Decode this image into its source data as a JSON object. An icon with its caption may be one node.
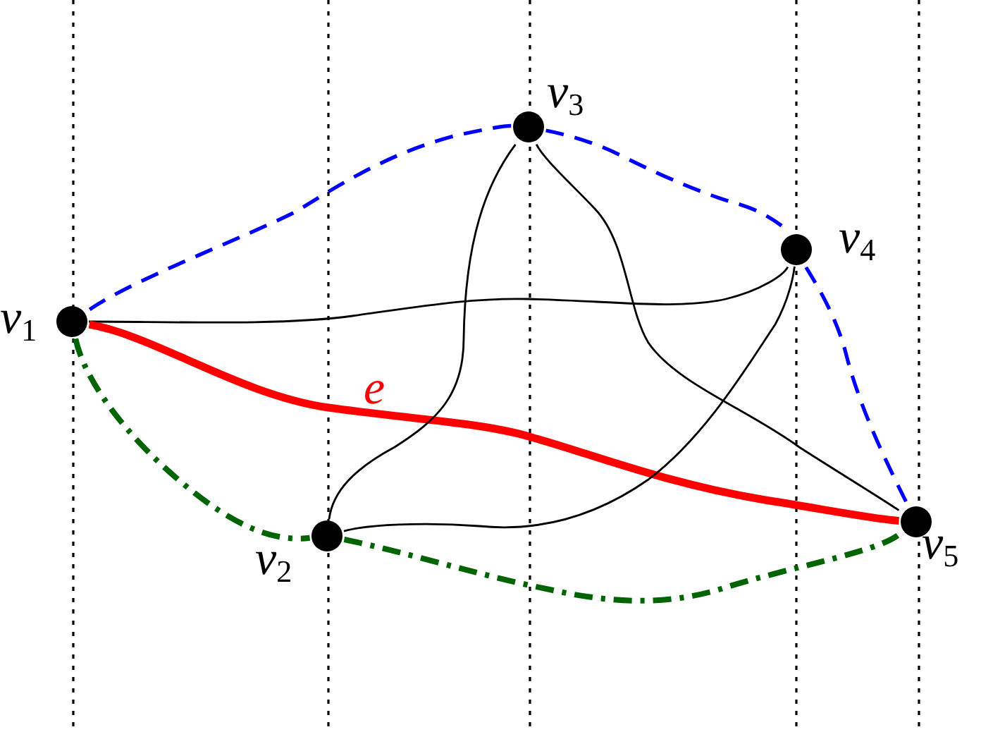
{
  "diagram": {
    "nodes": [
      {
        "text": [],
        "shape": "circle",
        "beside": [
          "*v*$_{1}$"
        ]
      },
      {
        "text": [],
        "shape": "circle",
        "beside": [
          "*v*$_{2}$"
        ]
      },
      {
        "text": [],
        "shape": "circle",
        "beside": [
          "*v*$_{3}$"
        ]
      },
      {
        "text": [],
        "shape": "circle",
        "beside": [
          "*v*$_{4}$"
        ]
      },
      {
        "text": [],
        "shape": "circle",
        "beside": [
          "*v*$_{5}$"
        ]
      }
    ],
    "edges": [
      {
        "from": 0,
        "to": 3,
        "arrow": "none"
      },
      {
        "from": 0,
        "to": 4,
        "arrow": "none",
        "label": "e",
        "style": "thick",
        "color": "#ff0000"
      },
      {
        "from": 2,
        "to": 1,
        "arrow": "none"
      },
      {
        "from": 2,
        "to": 4,
        "arrow": "none"
      },
      {
        "from": 1,
        "to": 3,
        "arrow": "none"
      },
      {
        "from": 0,
        "to": 2,
        "arrow": "none",
        "style": "dashed",
        "color": "#0000ff"
      },
      {
        "from": 2,
        "to": 3,
        "arrow": "none",
        "style": "dashed",
        "color": "#0000ff"
      },
      {
        "from": 3,
        "to": 4,
        "arrow": "none",
        "style": "dashed",
        "color": "#0000ff"
      },
      {
        "from": 0,
        "to": 1,
        "arrow": "none",
        "style": "dashed",
        "color": "#006400"
      },
      {
        "from": 1,
        "to": 4,
        "arrow": "none",
        "style": "dashed",
        "color": "#006400"
      }
    ]
  }
}
